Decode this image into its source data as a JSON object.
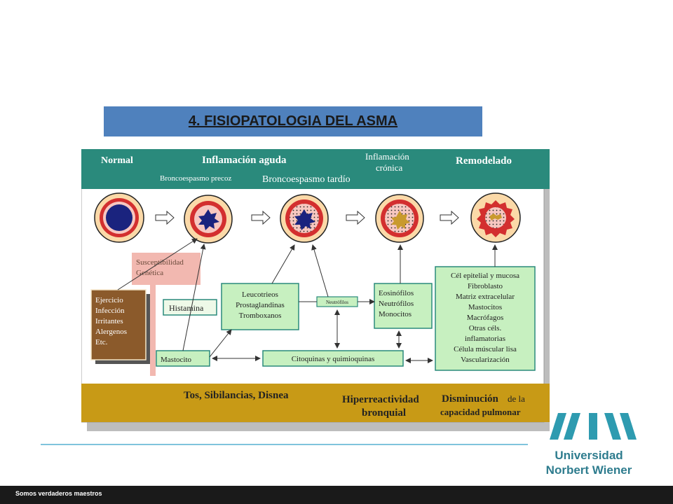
{
  "slide": {
    "title": "4. FISIOPATOLOGIA DEL ASMA",
    "footer": "Somos verdaderos maestros"
  },
  "logo": {
    "line1": "Universidad",
    "line2": "Norbert Wiener"
  },
  "diagram": {
    "header": {
      "normal": "Normal",
      "inflamacion_aguda": "Inflamación aguda",
      "broncoespasmo_precoz": "Broncoespasmo precoz",
      "broncoespasmo_tardio": "Broncoespasmo tardío",
      "inflamacion_cronica_1": "Inflamación",
      "inflamacion_cronica_2": "crónica",
      "remodelado": "Remodelado"
    },
    "susceptibilidad_1": "Susceptibilidad",
    "susceptibilidad_2": "Genética",
    "triggers": [
      "Ejercicio",
      "Infección",
      "Irritantes",
      "Alergenos",
      "Etc."
    ],
    "histamina": "Histamina",
    "mastocito": "Mastocito",
    "mediators": [
      "Leucotrieos",
      "Prostaglandinas",
      "Tromboxanos"
    ],
    "neutrofilos_small": "Neutrófilos",
    "cells": [
      "Eosinófilos",
      "Neutrófilos",
      "Monocitos"
    ],
    "citoquinas": "Citoquinas y quimioquinas",
    "remodel_list": [
      "Cél epitelial y mucosa",
      "Fibroblasto",
      "Matriz extracelular",
      "Mastocitos",
      "Macrófagos",
      "Otras céls.",
      "inflamatorias",
      "Célula múscular lisa",
      "Vascularización"
    ],
    "footer_band": {
      "symptoms": "Tos, Sibilancias, Disnea",
      "hiper_1": "Hiperreactividad",
      "hiper_2": "bronquial",
      "dism_1": "Disminución",
      "dism_1b": "de la",
      "dism_2": "capacidad pulmonar"
    },
    "colors": {
      "header": "#2a8a7c",
      "band": "#c89a16",
      "box_fill": "#c7f0c0",
      "box_stroke": "#2a8a7c",
      "trigger": "#8b5a2b",
      "susceptibility": "#f2b8b0",
      "airway_outer": "#fbd9a8",
      "airway_red": "#d32f2f",
      "airway_blue": "#1a237e"
    }
  }
}
